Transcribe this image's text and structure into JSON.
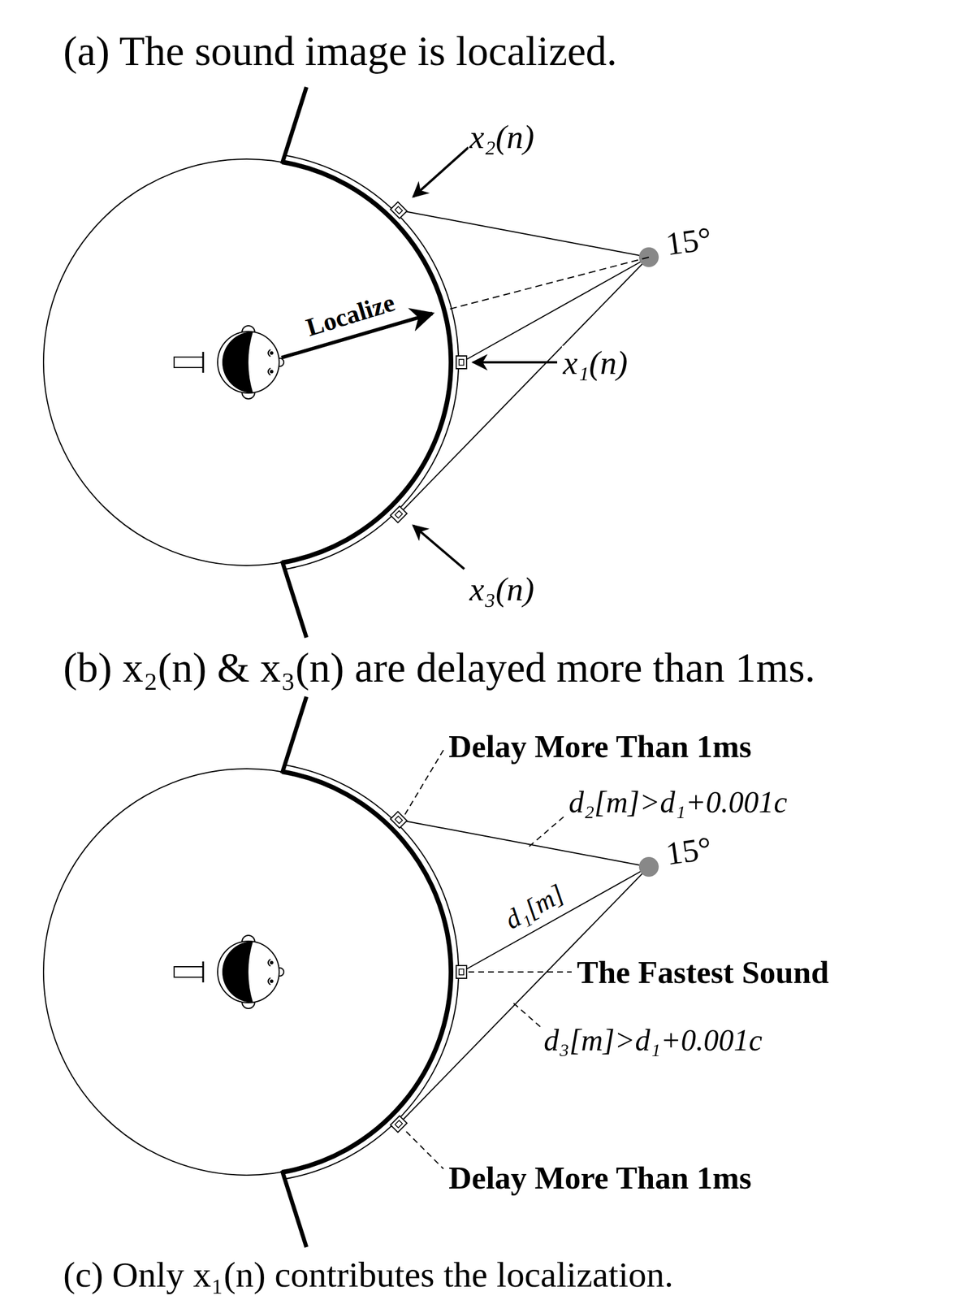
{
  "diagram": {
    "labels": [
      "(a) The sound image is localized.",
      "x₂(n)",
      "15°",
      "Localize",
      "x₁(n)",
      "x₃(n)",
      "(b) x₂(n) & x₃(n) are delayed more than 1ms.",
      "Delay More Than 1ms",
      "d₂[m]>d₁+0.001c",
      "15°",
      "d₁[m]",
      "The Fastest Sound",
      "d₃[m]>d₁+0.001c",
      "Delay More Than 1ms",
      "(c) Only x₁(n) contributes the localization."
    ]
  }
}
